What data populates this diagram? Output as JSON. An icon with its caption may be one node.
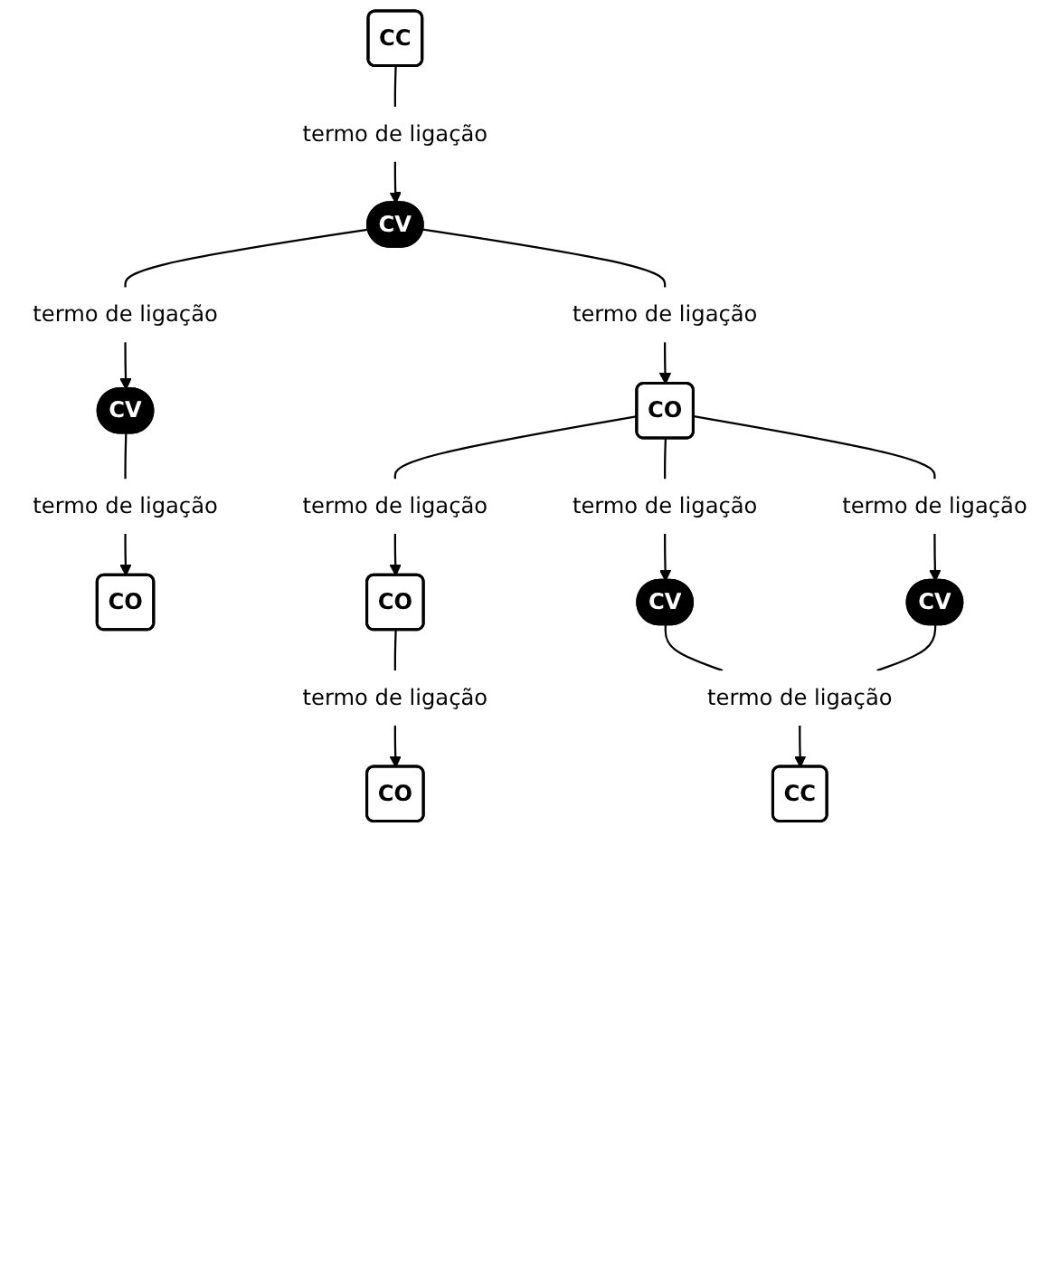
{
  "diagram": {
    "nodes": [
      {
        "text": [
          "CC"
        ]
      },
      {
        "text": [
          "termo de ligação"
        ]
      },
      {
        "text": [
          "CV"
        ]
      },
      {
        "text": [
          "termo de ligação"
        ]
      },
      {
        "text": [
          "termo de ligação"
        ]
      },
      {
        "text": [
          "CV"
        ]
      },
      {
        "text": [
          "CO"
        ]
      },
      {
        "text": [
          "termo de ligação"
        ]
      },
      {
        "text": [
          "CO"
        ]
      },
      {
        "text": [
          "termo de ligação"
        ]
      },
      {
        "text": [
          "termo de ligação"
        ]
      },
      {
        "text": [
          "termo de ligação"
        ]
      },
      {
        "text": [
          "termo de ligação"
        ]
      },
      {
        "text": [
          "CO"
        ]
      },
      {
        "text": [
          "CV"
        ]
      },
      {
        "text": [
          "CV"
        ]
      },
      {
        "text": [
          "CO"
        ]
      },
      {
        "text": [
          "termo de ligação"
        ]
      },
      {
        "text": [
          "CC"
        ]
      }
    ],
    "edges": [
      {
        "from": 0,
        "to": 1,
        "arrow": "none"
      },
      {
        "from": 1,
        "to": 2,
        "arrow": "to"
      },
      {
        "from": 2,
        "to": 3,
        "arrow": "none"
      },
      {
        "from": 2,
        "to": 4,
        "arrow": "none"
      },
      {
        "from": 3,
        "to": 5,
        "arrow": "to"
      },
      {
        "from": 4,
        "to": 6,
        "arrow": "to"
      },
      {
        "from": 6,
        "to": 7,
        "arrow": "none"
      },
      {
        "from": 7,
        "to": 8,
        "arrow": "to"
      },
      {
        "from": 5,
        "to": 9,
        "arrow": "none"
      },
      {
        "from": 9,
        "to": 13,
        "arrow": "to"
      },
      {
        "from": 6,
        "to": 10,
        "arrow": "none"
      },
      {
        "from": 6,
        "to": 11,
        "arrow": "none"
      },
      {
        "from": 10,
        "to": 14,
        "arrow": "to"
      },
      {
        "from": 11,
        "to": 15,
        "arrow": "to"
      },
      {
        "from": 8,
        "to": 12,
        "arrow": "none"
      },
      {
        "from": 12,
        "to": 16,
        "arrow": "to"
      },
      {
        "from": 14,
        "to": 17,
        "arrow": "none"
      },
      {
        "from": 15,
        "to": 17,
        "arrow": "none"
      },
      {
        "from": 17,
        "to": 18,
        "arrow": "to"
      }
    ]
  }
}
